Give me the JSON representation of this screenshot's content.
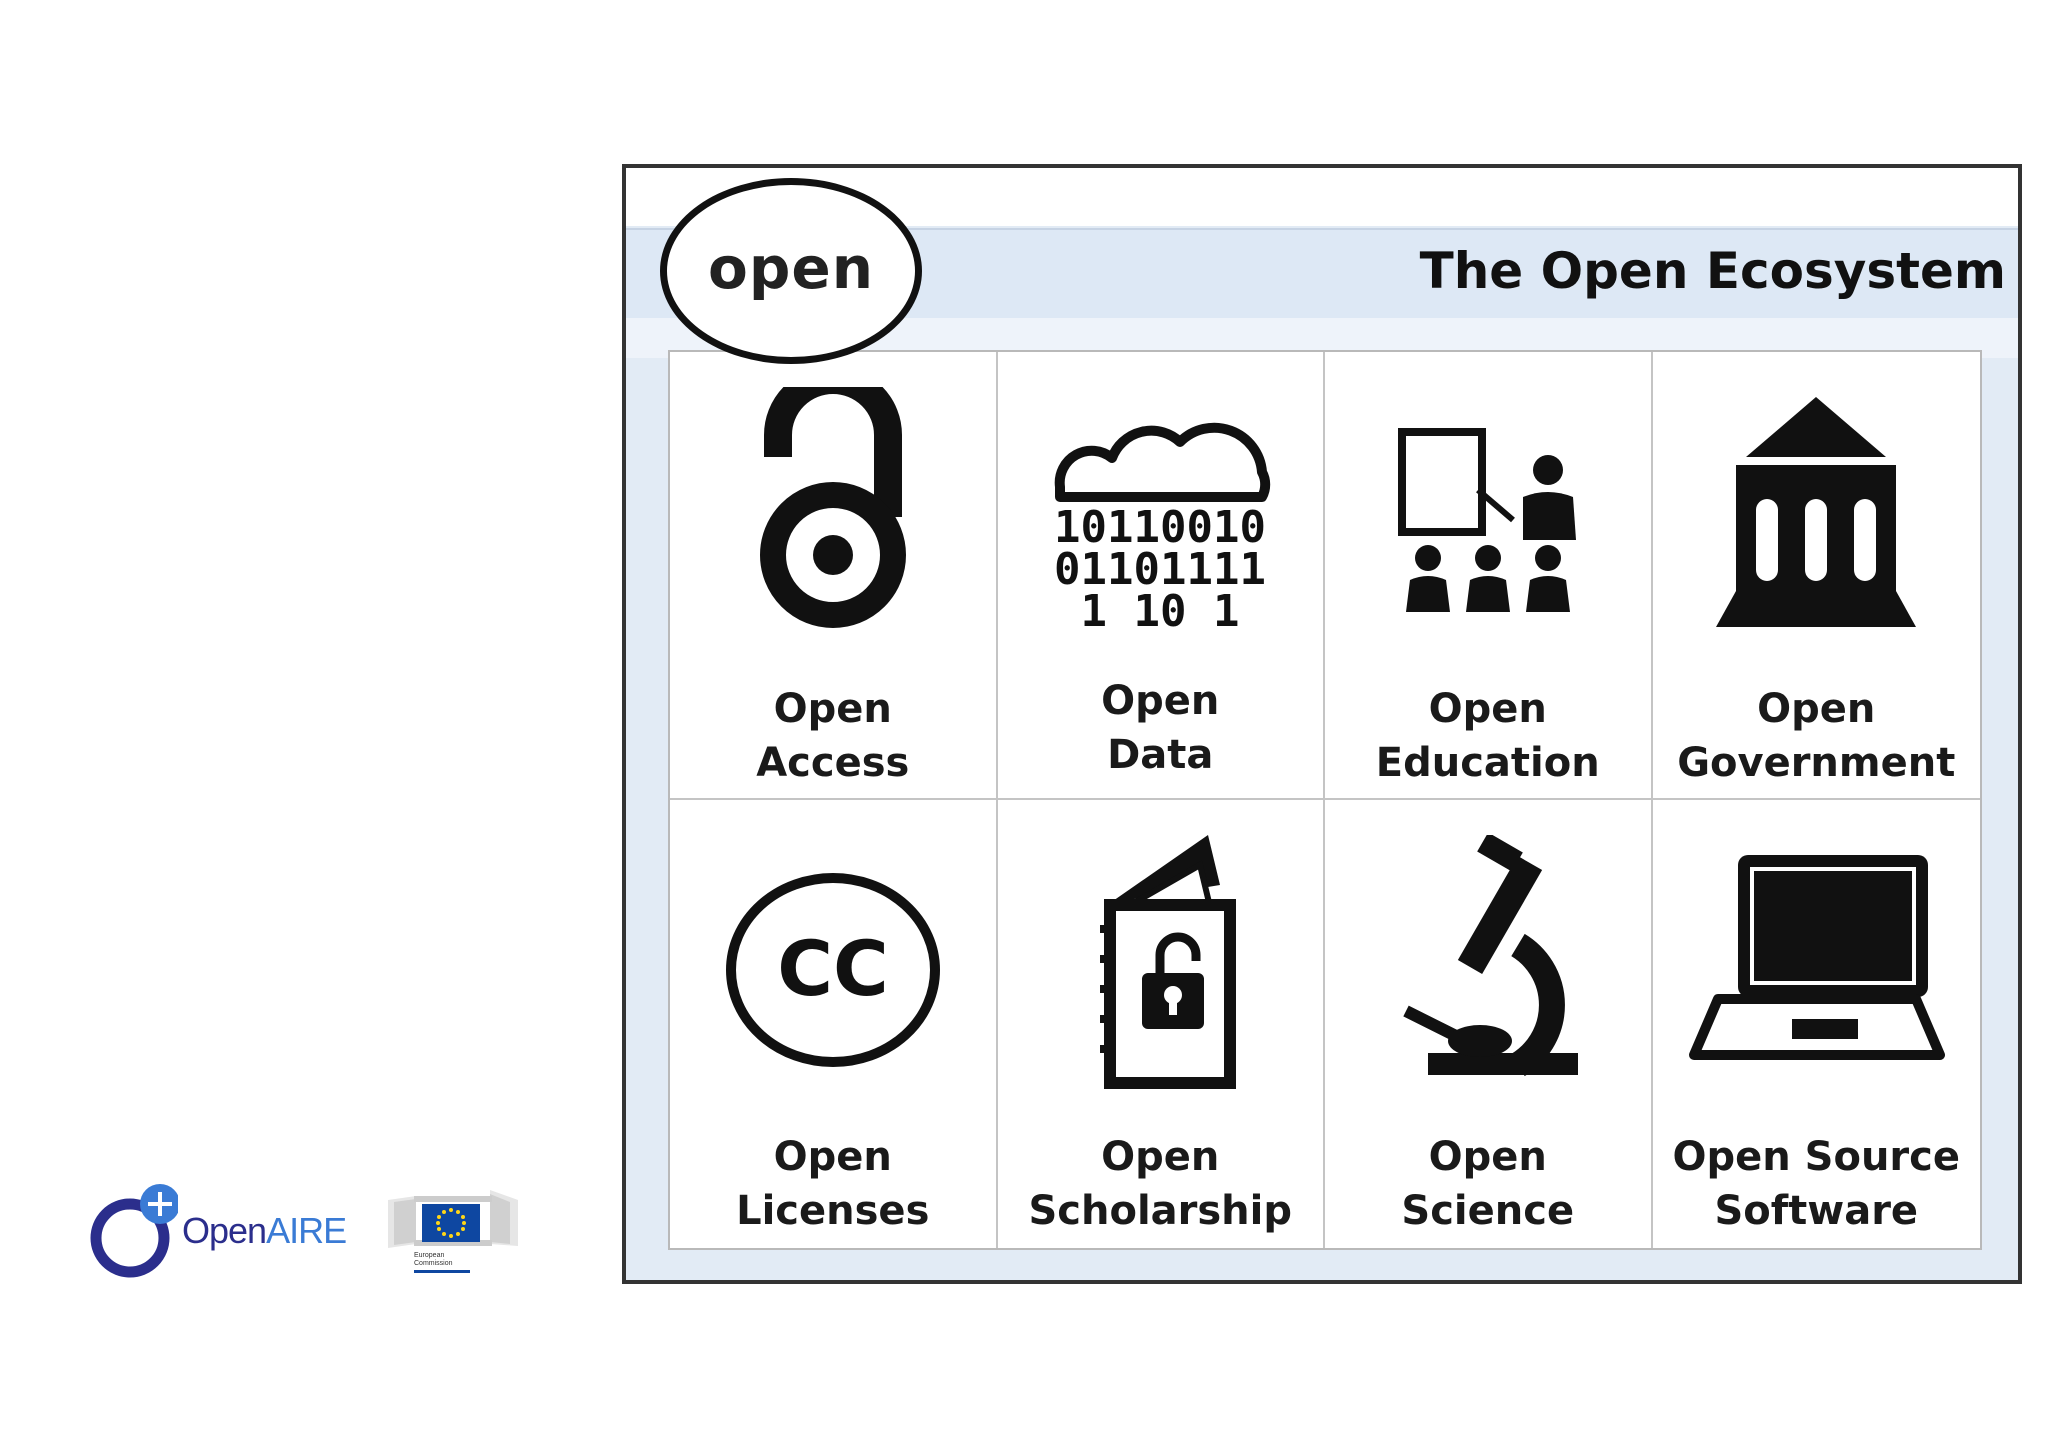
{
  "ecosystem": {
    "badge": "open",
    "title": "The Open Ecosystem",
    "items": [
      {
        "line1": "Open",
        "line2": "Access",
        "icon": "open-access-lock-icon"
      },
      {
        "line1": "Open",
        "line2": "Data",
        "icon": "data-cloud-binary-icon"
      },
      {
        "line1": "Open",
        "line2": "Education",
        "icon": "classroom-teacher-icon"
      },
      {
        "line1": "Open",
        "line2": "Government",
        "icon": "government-building-icon"
      },
      {
        "line1": "Open",
        "line2": "Licenses",
        "icon": "creative-commons-icon"
      },
      {
        "line1": "Open",
        "line2": "Scholarship",
        "icon": "notebook-padlock-icon"
      },
      {
        "line1": "Open",
        "line2": "Science",
        "icon": "microscope-icon"
      },
      {
        "line1": "Open Source",
        "line2": "Software",
        "icon": "laptop-icon"
      }
    ]
  },
  "logos": {
    "openaire_part1": "Open",
    "openaire_part2": "AIRE",
    "ec_line1": "European",
    "ec_line2": "Commission"
  },
  "colors": {
    "openaire_navy": "#2b2e8c",
    "openaire_blue": "#3a7bd5",
    "eu_blue": "#0e47a1",
    "eu_star": "#ffd617",
    "panel_band": "#dde8f5"
  }
}
